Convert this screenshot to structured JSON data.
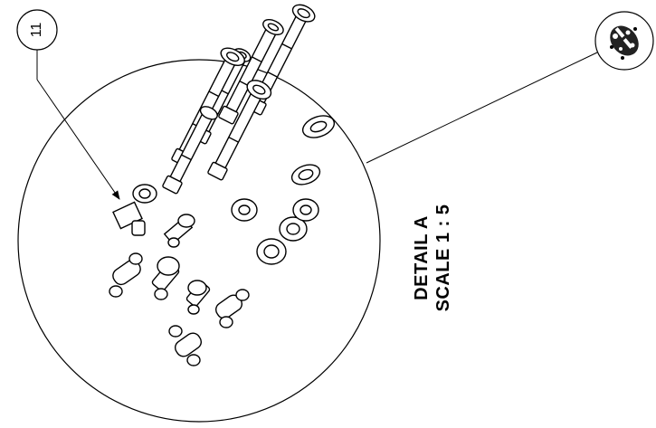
{
  "balloon": {
    "item_number": "11"
  },
  "detail": {
    "title": "DETAIL A",
    "scale": "SCALE 1 : 5"
  }
}
